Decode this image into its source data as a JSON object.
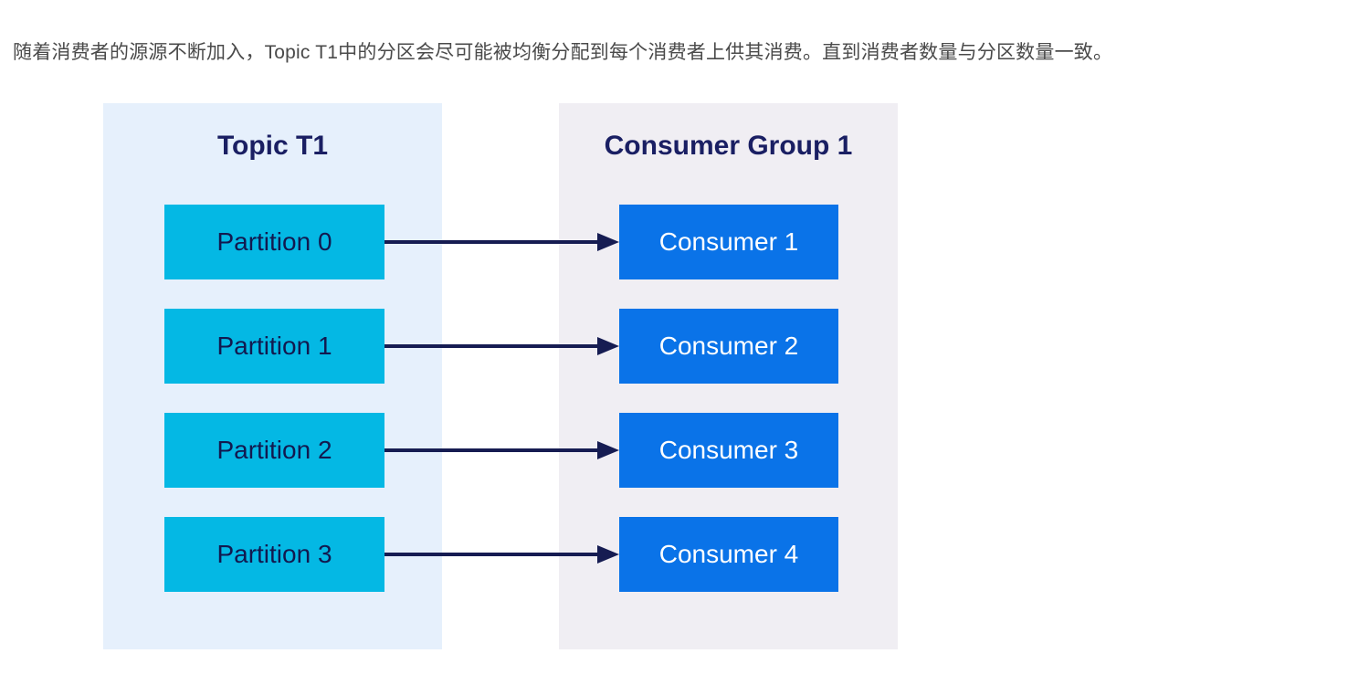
{
  "page": {
    "intro_text": "随着消费者的源源不断加入，Topic T1中的分区会尽可能被均衡分配到每个消费者上供其消费。直到消费者数量与分区数量一致。"
  },
  "diagram": {
    "topic_panel": {
      "title": "Topic T1",
      "partitions": [
        "Partition 0",
        "Partition 1",
        "Partition 2",
        "Partition 3"
      ]
    },
    "consumer_group_panel": {
      "title": "Consumer Group 1",
      "consumers": [
        "Consumer 1",
        "Consumer 2",
        "Consumer 3",
        "Consumer 4"
      ]
    },
    "connections": [
      {
        "from": "Partition 0",
        "to": "Consumer 1"
      },
      {
        "from": "Partition 1",
        "to": "Consumer 2"
      },
      {
        "from": "Partition 2",
        "to": "Consumer 3"
      },
      {
        "from": "Partition 3",
        "to": "Consumer 4"
      }
    ],
    "colors": {
      "partition_fill": "#04b8e4",
      "consumer_fill": "#0a73e8",
      "arrow": "#161c52",
      "topic_panel_bg": "#e6f0fc",
      "consumer_panel_bg": "#f0eef3",
      "panel_title_text": "#1a1f63",
      "partition_text": "#12194f",
      "consumer_text": "#ffffff",
      "intro_text_color": "#4a4a4a"
    }
  }
}
